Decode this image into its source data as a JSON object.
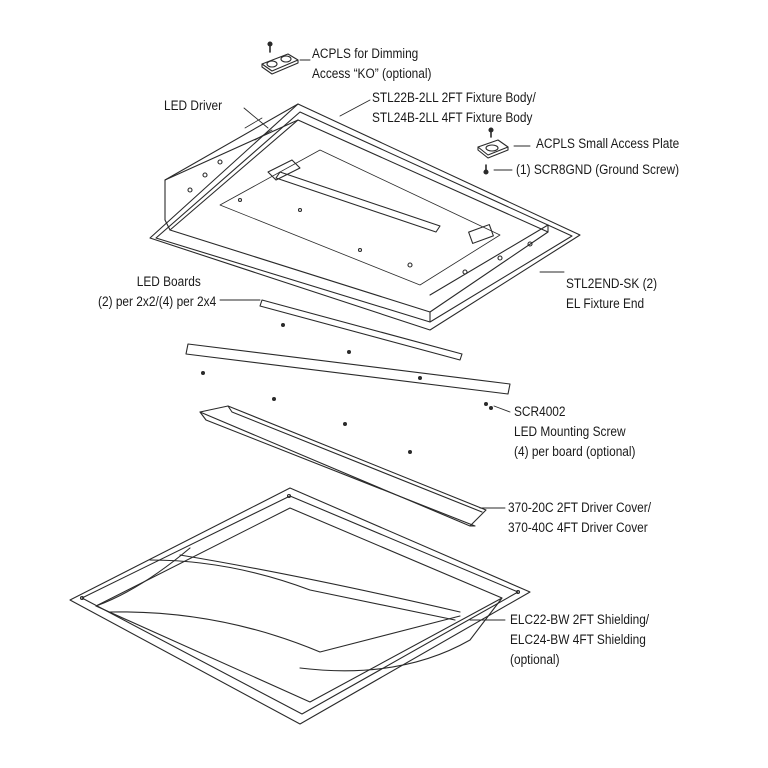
{
  "labels": {
    "acpls_dimming": [
      "ACPLS for Dimming",
      "Access “KO” (optional)"
    ],
    "led_driver": [
      "LED Driver"
    ],
    "fixture_body": [
      "STL22B-2LL 2FT Fixture Body/",
      "STL24B-2LL 4FT Fixture Body"
    ],
    "acpls_small": [
      "ACPLS Small Access Plate"
    ],
    "ground_screw": [
      "(1) SCR8GND (Ground Screw)"
    ],
    "led_boards": [
      "LED Boards",
      "(2) per 2x2/(4) per 2x4"
    ],
    "fixture_end": [
      "STL2END-SK (2)",
      "EL Fixture End"
    ],
    "mounting_screw": [
      "SCR4002",
      "LED Mounting Screw",
      "(4) per board (optional)"
    ],
    "driver_cover": [
      "370-20C 2FT Driver Cover/",
      "370-40C 4FT Driver Cover"
    ],
    "shielding": [
      "ELC22-BW 2FT Shielding/",
      "ELC24-BW 4FT Shielding",
      "(optional)"
    ]
  }
}
